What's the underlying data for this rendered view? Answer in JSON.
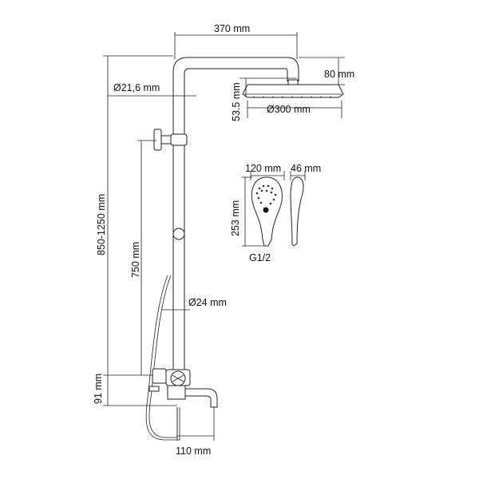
{
  "dimensions": {
    "arm_length": "370 mm",
    "head_height": "80 mm",
    "head_drop": "53.5 mm",
    "head_diameter": "Ø300 mm",
    "pipe_diameter_top": "Ø21,6 mm",
    "pipe_diameter_bottom": "Ø24 mm",
    "total_height": "850-1250 mm",
    "holder_height": "750 mm",
    "base_height": "91 mm",
    "spout_length": "110 mm",
    "hand_width": "120 mm",
    "hand_depth": "46 mm",
    "hand_length": "253 mm",
    "hand_thread": "G1/2"
  }
}
